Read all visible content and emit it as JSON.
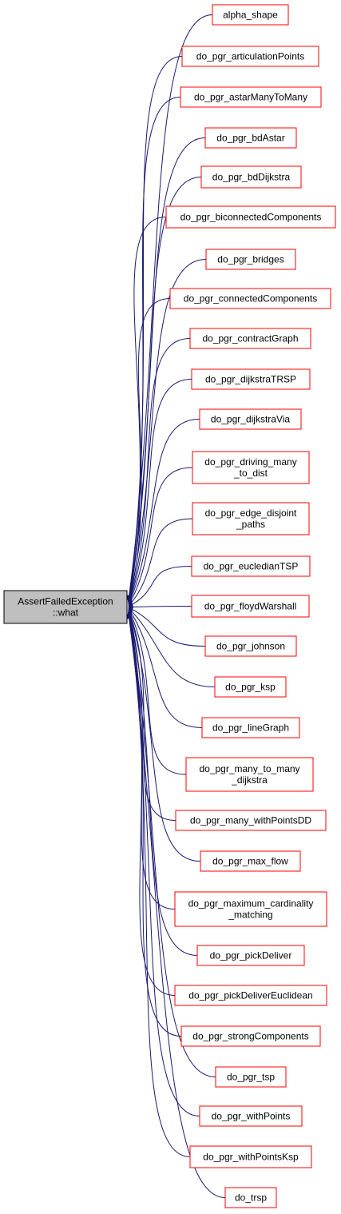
{
  "source": {
    "lines": [
      "AssertFailedException",
      "::what"
    ],
    "fill": "#bfbfbf",
    "stroke": "#000000"
  },
  "callers": [
    {
      "lines": [
        "alpha_shape"
      ]
    },
    {
      "lines": [
        "do_pgr_articulationPoints"
      ]
    },
    {
      "lines": [
        "do_pgr_astarManyToMany"
      ]
    },
    {
      "lines": [
        "do_pgr_bdAstar"
      ]
    },
    {
      "lines": [
        "do_pgr_bdDijkstra"
      ]
    },
    {
      "lines": [
        "do_pgr_biconnectedComponents"
      ]
    },
    {
      "lines": [
        "do_pgr_bridges"
      ]
    },
    {
      "lines": [
        "do_pgr_connectedComponents"
      ]
    },
    {
      "lines": [
        "do_pgr_contractGraph"
      ]
    },
    {
      "lines": [
        "do_pgr_dijkstraTRSP"
      ]
    },
    {
      "lines": [
        "do_pgr_dijkstraVia"
      ]
    },
    {
      "lines": [
        "do_pgr_driving_many",
        "_to_dist"
      ]
    },
    {
      "lines": [
        "do_pgr_edge_disjoint",
        "_paths"
      ]
    },
    {
      "lines": [
        "do_pgr_eucledianTSP"
      ]
    },
    {
      "lines": [
        "do_pgr_floydWarshall"
      ]
    },
    {
      "lines": [
        "do_pgr_johnson"
      ]
    },
    {
      "lines": [
        "do_pgr_ksp"
      ]
    },
    {
      "lines": [
        "do_pgr_lineGraph"
      ]
    },
    {
      "lines": [
        "do_pgr_many_to_many",
        "_dijkstra"
      ]
    },
    {
      "lines": [
        "do_pgr_many_withPointsDD"
      ]
    },
    {
      "lines": [
        "do_pgr_max_flow"
      ]
    },
    {
      "lines": [
        "do_pgr_maximum_cardinality",
        "_matching"
      ]
    },
    {
      "lines": [
        "do_pgr_pickDeliver"
      ]
    },
    {
      "lines": [
        "do_pgr_pickDeliverEuclidean"
      ]
    },
    {
      "lines": [
        "do_pgr_strongComponents"
      ]
    },
    {
      "lines": [
        "do_pgr_tsp"
      ]
    },
    {
      "lines": [
        "do_pgr_withPoints"
      ]
    },
    {
      "lines": [
        "do_pgr_withPointsKsp"
      ]
    },
    {
      "lines": [
        "do_trsp"
      ]
    }
  ],
  "colors": {
    "caller_border": "#ff0000",
    "caller_fill": "#ffffff",
    "edge": "#191970"
  }
}
